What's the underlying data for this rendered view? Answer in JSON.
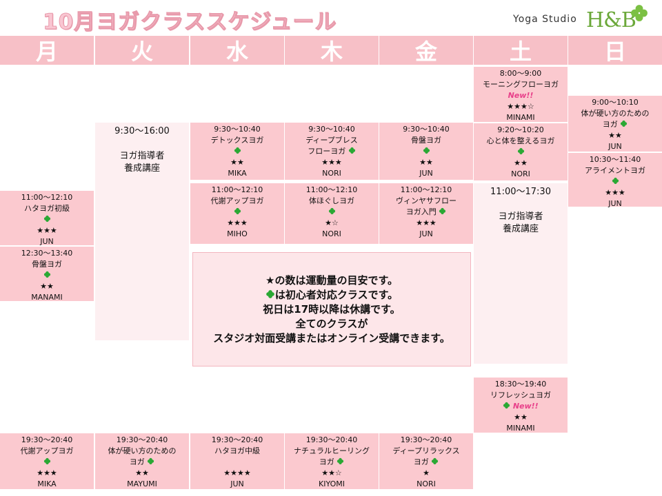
{
  "title": "10月ヨガクラススケジュール",
  "logo": {
    "text": "Yoga Studio",
    "mark": "H&B"
  },
  "days": [
    "月",
    "火",
    "水",
    "木",
    "金",
    "土",
    "日"
  ],
  "colors": {
    "header": "#f7c0c7",
    "cell": "#fbc9cf",
    "column_bg": "#fdeff1",
    "new": "#e8408a",
    "clover": "#2aa834"
  },
  "classes": {
    "mon_1": {
      "time": "11:00～12:10",
      "name": "ハタヨガ初級",
      "stars": "★★★",
      "teacher": "JUN"
    },
    "mon_2": {
      "time": "12:30～13:40",
      "name": "骨盤ヨガ",
      "stars": "★★",
      "teacher": "MANAMI"
    },
    "mon_3": {
      "time": "19:30～20:40",
      "name": "代謝アップヨガ",
      "stars": "★★★",
      "teacher": "MIKA"
    },
    "tue_1": {
      "time": "9:30～16:00",
      "name1": "ヨガ指導者",
      "name2": "養成講座"
    },
    "tue_2": {
      "time": "19:30～20:40",
      "name1": "体が硬い方のための",
      "name2": "ヨガ",
      "stars": "★★",
      "teacher": "MAYUMI"
    },
    "wed_1": {
      "time": "9:30～10:40",
      "name": "デトックスヨガ",
      "stars": "★★",
      "teacher": "MIKA"
    },
    "wed_2": {
      "time": "11:00～12:10",
      "name": "代謝アップヨガ",
      "stars": "★★★",
      "teacher": "MIHO"
    },
    "wed_3": {
      "time": "19:30～20:40",
      "name": "ハタヨガ中級",
      "stars": "★★★★",
      "teacher": "JUN"
    },
    "thu_1": {
      "time": "9:30～10:40",
      "name1": "ディープブレス",
      "name2": "フローヨガ",
      "stars": "★★★",
      "teacher": "NORI"
    },
    "thu_2": {
      "time": "11:00～12:10",
      "name": "体ほぐしヨガ",
      "stars": "★☆",
      "teacher": "NORI"
    },
    "thu_3": {
      "time": "19:30～20:40",
      "name1": "ナチュラルヒーリング",
      "name2": "ヨガ",
      "stars": "★★☆",
      "teacher": "KIYOMI"
    },
    "fri_1": {
      "time": "9:30～10:40",
      "name": "骨盤ヨガ",
      "stars": "★★",
      "teacher": "JUN"
    },
    "fri_2": {
      "time": "11:00～12:10",
      "name1": "ヴィンヤサフロー",
      "name2": "ヨガ入門",
      "stars": "★★★",
      "teacher": "JUN"
    },
    "fri_3": {
      "time": "19:30～20:40",
      "name1": "ディープリラックス",
      "name2": "ヨガ",
      "stars": "★",
      "teacher": "NORI"
    },
    "sat_1": {
      "time": "8:00～9:00",
      "name": "モーニングフローヨガ",
      "new": "New!!",
      "stars": "★★★☆",
      "teacher": "MINAMI"
    },
    "sat_2": {
      "time": "9:20～10:20",
      "name": "心と体を整えるヨガ",
      "stars": "★★",
      "teacher": "NORI"
    },
    "sat_3": {
      "time": "11:00～17:30",
      "name1": "ヨガ指導者",
      "name2": "養成講座"
    },
    "sat_4": {
      "time": "18:30～19:40",
      "name": "リフレッシュヨガ",
      "new": "New!!",
      "stars": "★★",
      "teacher": "MINAMI"
    },
    "sun_1": {
      "time": "9:00～10:10",
      "name1": "体が硬い方のための",
      "name2": "ヨガ",
      "stars": "★★",
      "teacher": "JUN"
    },
    "sun_2": {
      "time": "10:30～11:40",
      "name": "アライメントヨガ",
      "stars": "★★★",
      "teacher": "JUN"
    }
  },
  "notice": {
    "line1": "★の数は運動量の目安です。",
    "line2": "は初心者対応クラスです。",
    "line3": "祝日は17時以降は休講です。",
    "line4": "全てのクラスが",
    "line5": "スタジオ対面受講またはオンライン受講できます。"
  }
}
